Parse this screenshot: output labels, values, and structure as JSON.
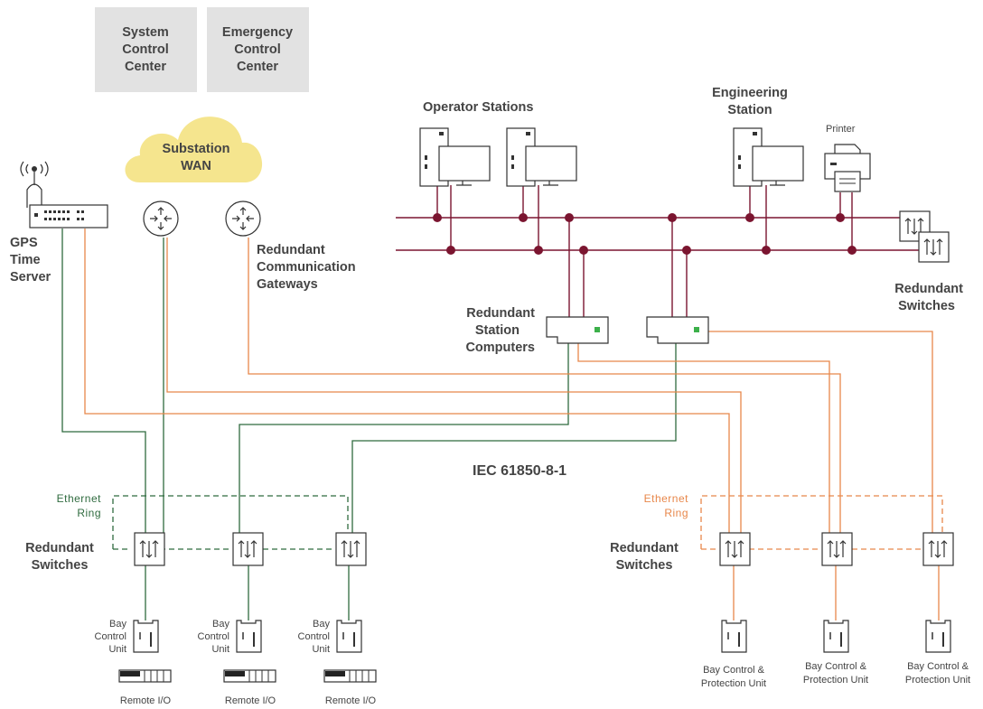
{
  "colors": {
    "bus": "#7b1530",
    "green": "#2f6b3f",
    "orange": "#e8874a",
    "wan": "#f5e58e",
    "box": "#e2e2e2",
    "text": "#444444",
    "device": "#333333",
    "indicator": "#3cb04a"
  },
  "labels": {
    "system_control": [
      "System",
      "Control",
      "Center"
    ],
    "emergency_control": [
      "Emergency",
      "Control",
      "Center"
    ],
    "wan": [
      "Substation",
      "WAN"
    ],
    "gps": [
      "GPS",
      "Time",
      "Server"
    ],
    "gateways": [
      "Redundant",
      "Communication",
      "Gateways"
    ],
    "operator": "Operator Stations",
    "engineering": [
      "Engineering",
      "Station"
    ],
    "printer": "Printer",
    "top_switches": [
      "Redundant",
      "Switches"
    ],
    "station_computers": [
      "Redundant",
      "Station",
      "Computers"
    ],
    "protocol": "IEC 61850-8-1",
    "eth_ring_left": [
      "Ethernet",
      "Ring"
    ],
    "eth_ring_right": [
      "Ethernet",
      "Ring"
    ],
    "left_switches": [
      "Redundant",
      "Switches"
    ],
    "right_switches": [
      "Redundant",
      "Switches"
    ],
    "bay_control": [
      "Bay",
      "Control",
      "Unit"
    ],
    "remote_io": "Remote I/O",
    "bcpu": [
      "Bay Control &",
      "Protection Unit"
    ]
  },
  "icons": [
    "antenna-icon",
    "router-icon",
    "computer-icon",
    "printer-icon",
    "switch-icon",
    "server-icon",
    "bay-unit-icon",
    "remote-io-icon"
  ]
}
